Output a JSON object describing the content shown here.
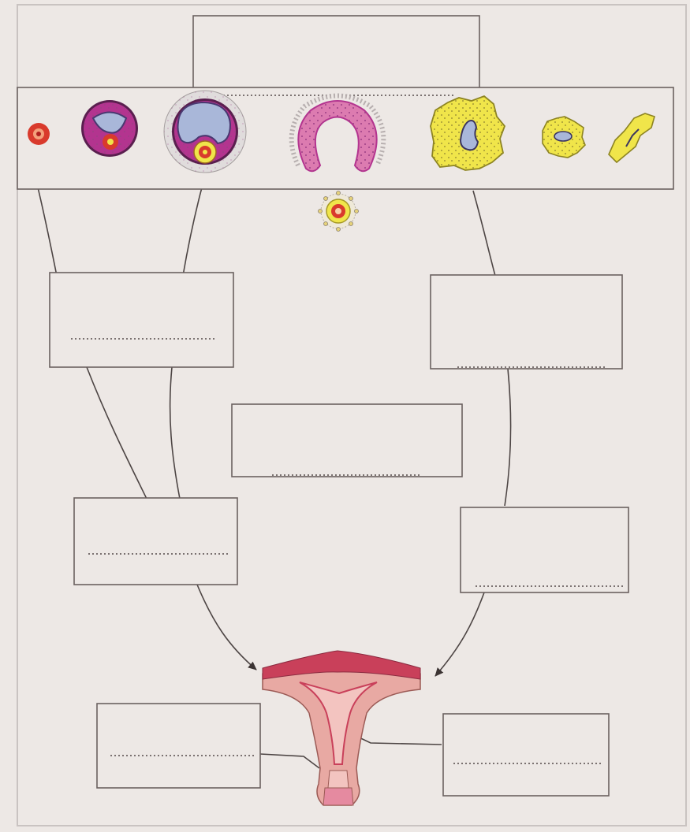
{
  "worksheet": {
    "title_box": "",
    "answer_boxes": [
      {
        "id": "box-upper-left",
        "answer": ""
      },
      {
        "id": "box-upper-right",
        "answer": ""
      },
      {
        "id": "box-center",
        "answer": ""
      },
      {
        "id": "box-middle-left",
        "answer": ""
      },
      {
        "id": "box-middle-right",
        "answer": ""
      },
      {
        "id": "box-bottom-left",
        "answer": ""
      },
      {
        "id": "box-bottom-right",
        "answer": ""
      }
    ]
  },
  "colors": {
    "paper": "#ede8e5",
    "outline": "#6b6160",
    "follicle_magenta": "#b3348f",
    "follicle_pink": "#dc7bb0",
    "antrum_blue": "#a9b7d9",
    "oocyte_red": "#d93a2c",
    "corpus_luteum_yellow": "#f0e54a",
    "uterus_pink": "#e8a9a3",
    "endometrium_red": "#c9405a"
  },
  "icons": [
    "primordial-follicle-icon",
    "primary-follicle-icon",
    "secondary-follicle-icon",
    "mature-follicle-icon",
    "ovum-icon",
    "corpus-luteum-icon",
    "regressing-corpus-luteum-icon",
    "corpus-albicans-icon",
    "uterus-icon",
    "arrow-icon"
  ]
}
